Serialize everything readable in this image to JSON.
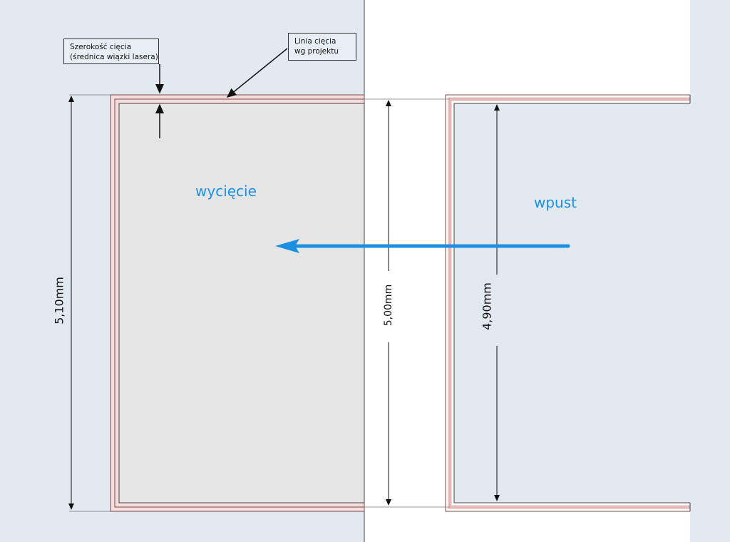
{
  "callouts": {
    "kerf_width": {
      "line1": "Szerokość cięcia",
      "line2": "(średnica wiązki lasera)"
    },
    "cut_line": {
      "line1": "Linia cięcia",
      "line2": "wg projektu"
    }
  },
  "labels": {
    "cutout": "wycięcie",
    "slot": "wpust"
  },
  "dimensions": {
    "outer": "5,10mm",
    "nominal": "5,00mm",
    "inner": "4,90mm"
  },
  "colors": {
    "background": "#e2e9f0",
    "cutout_fill": "#e6e6e6",
    "kerf": "#f4dede",
    "accent_arrow": "#1d8fe0"
  }
}
